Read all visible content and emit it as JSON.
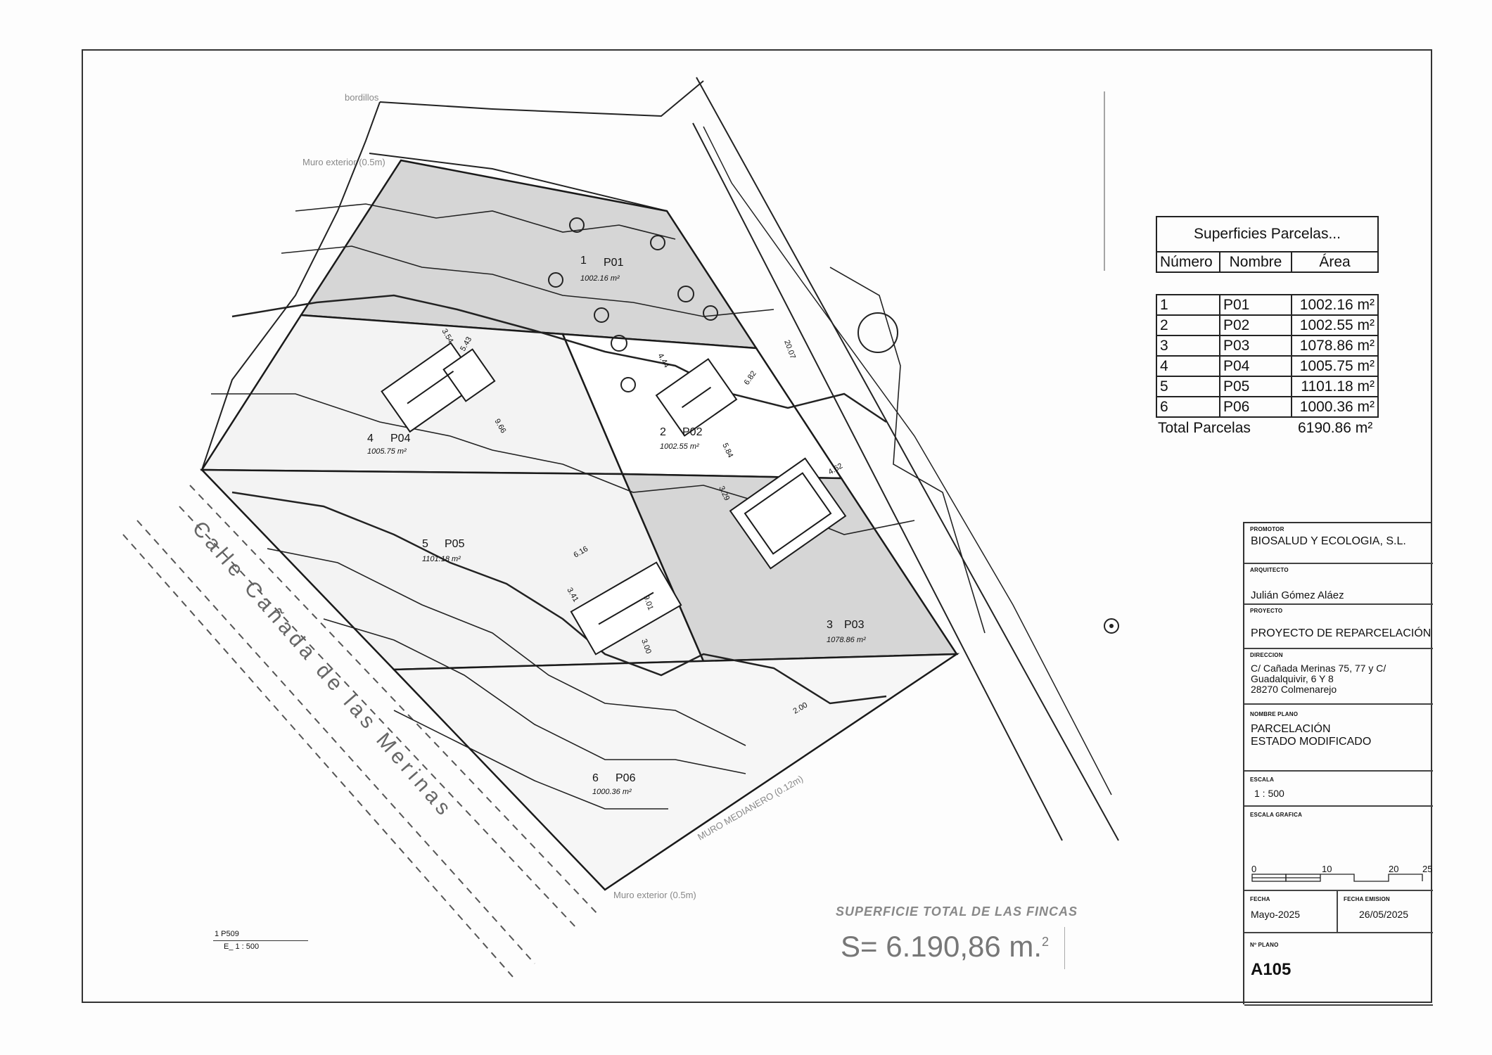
{
  "plan": {
    "parcels": [
      {
        "num": "1",
        "name": "P01",
        "area": "1002.16 m²"
      },
      {
        "num": "2",
        "name": "P02",
        "area": "1002.55 m²"
      },
      {
        "num": "3",
        "name": "P03",
        "area": "1078.86 m²"
      },
      {
        "num": "4",
        "name": "P04",
        "area": "1005.75 m²"
      },
      {
        "num": "5",
        "name": "P05",
        "area": "1101.18 m²"
      },
      {
        "num": "6",
        "name": "P06",
        "area": "1000.36 m²"
      }
    ],
    "dimensions": [
      "3.54",
      "5.43",
      "9.66",
      "4.44",
      "6.82",
      "20.07",
      "5.84",
      "3.29",
      "4.62",
      "6.16",
      "3.41",
      "9.01",
      "3.00",
      "2.00"
    ],
    "annotations": {
      "bordillos": "bordillos",
      "muro_exterior_top": "Muro exterior (0.5m)",
      "muro_exterior_bottom": "Muro exterior (0.5m)",
      "muro_medianero": "MURO MEDIANERO (0.12m)",
      "street": "Calle Cañada de las Merinas"
    },
    "reference": {
      "line1": "1  P509",
      "line2": "E_  1 : 500"
    },
    "total_surface": {
      "title": "SUPERFICIE TOTAL DE LAS FINCAS",
      "value": "S= 6.190,86 m.",
      "sup": "2"
    }
  },
  "table": {
    "title": "Superficies Parcelas...",
    "headers": [
      "Número",
      "Nombre",
      "Área"
    ],
    "rows": [
      [
        "1",
        "P01",
        "1002.16 m²"
      ],
      [
        "2",
        "P02",
        "1002.55 m²"
      ],
      [
        "3",
        "P03",
        "1078.86 m²"
      ],
      [
        "4",
        "P04",
        "1005.75 m²"
      ],
      [
        "5",
        "P05",
        "1101.18 m²"
      ],
      [
        "6",
        "P06",
        "1000.36 m²"
      ]
    ],
    "total_label": "Total Parcelas",
    "total_value": "6190.86 m²"
  },
  "title_block": {
    "promotor_label": "PROMOTOR",
    "promotor": "BIOSALUD Y ECOLOGIA, S.L.",
    "arquitecto_label": "ARQUITECTO",
    "arquitecto": "Julián Gómez Aláez",
    "proyecto_label": "PROYECTO",
    "proyecto": "PROYECTO DE REPARCELACIÓN",
    "direccion_label": "DIRECCION",
    "direccion_1": "C/ Cañada Merinas 75, 77 y C/",
    "direccion_2": "Guadalquivir, 6 Y 8",
    "direccion_3": "28270 Colmenarejo",
    "nombre_plano_label": "NOMBRE PLANO",
    "nombre_plano_1": "PARCELACIÓN",
    "nombre_plano_2": "ESTADO MODIFICADO",
    "escala_label": "ESCALA",
    "escala": "1 : 500",
    "escala_grafica_label": "ESCALA GRAFICA",
    "scale_ticks": [
      "0",
      "10",
      "20",
      "25"
    ],
    "fecha_label": "FECHA",
    "fecha": "Mayo-2025",
    "fecha_emision_label": "FECHA EMISION",
    "fecha_emision": "26/05/2025",
    "plano_num_label": "Nº PLANO",
    "plano_num": "A105"
  },
  "colors": {
    "line": "#222222",
    "shade": "#d6d6d6",
    "faint": "#9a9a9a"
  }
}
